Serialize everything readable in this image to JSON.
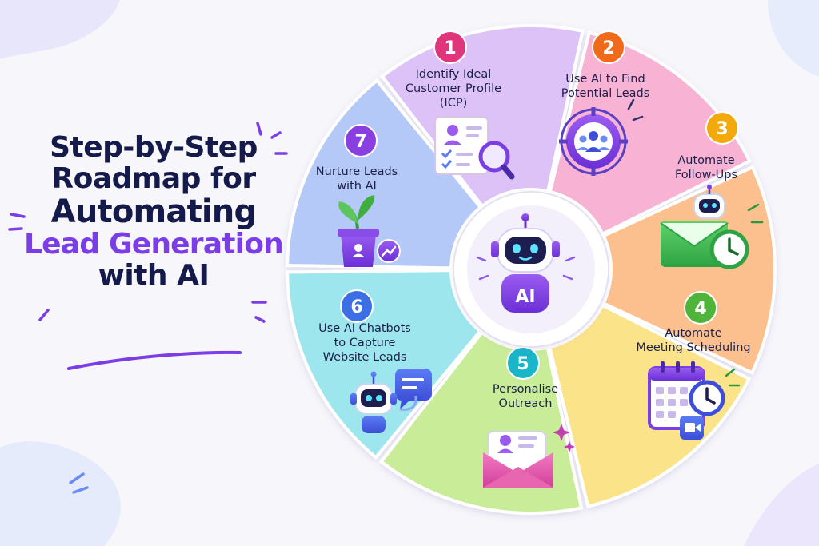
{
  "title": {
    "line1": "Step-by-Step",
    "line2": "Roadmap for",
    "line3": "Automating",
    "line4": "Lead Generation",
    "line5": "with AI"
  },
  "center": {
    "label": "AI",
    "icon": "robot-icon"
  },
  "steps": [
    {
      "number": "1",
      "label_lines": [
        "Identify Ideal",
        "Customer Profile",
        "(ICP)"
      ],
      "icon": "profile-search-icon",
      "color": "#f7b2d4",
      "badge_color": "#e0357a"
    },
    {
      "number": "2",
      "label_lines": [
        "Use AI to Find",
        "Potential Leads"
      ],
      "icon": "target-people-icon",
      "color": "#fcc08f",
      "badge_color": "#f06a1c"
    },
    {
      "number": "3",
      "label_lines": [
        "Automate",
        "Follow-Ups"
      ],
      "icon": "email-clock-icon",
      "color": "#fbe38a",
      "badge_color": "#f2a90c"
    },
    {
      "number": "4",
      "label_lines": [
        "Automate",
        "Meeting Scheduling"
      ],
      "icon": "calendar-video-icon",
      "color": "#c8ec97",
      "badge_color": "#4fb53a"
    },
    {
      "number": "5",
      "label_lines": [
        "Personalise",
        "Outreach"
      ],
      "icon": "envelope-letter-icon",
      "color": "#9ee6ee",
      "badge_color": "#17b6c9"
    },
    {
      "number": "6",
      "label_lines": [
        "Use AI Chatbots",
        "to Capture",
        "Website Leads"
      ],
      "icon": "chatbot-icon",
      "color": "#b4c9f7",
      "badge_color": "#3c6fe6"
    },
    {
      "number": "7",
      "label_lines": [
        "Nurture Leads",
        "with AI"
      ],
      "icon": "plant-growth-icon",
      "color": "#dcc2f6",
      "badge_color": "#8a3fe0"
    }
  ]
}
